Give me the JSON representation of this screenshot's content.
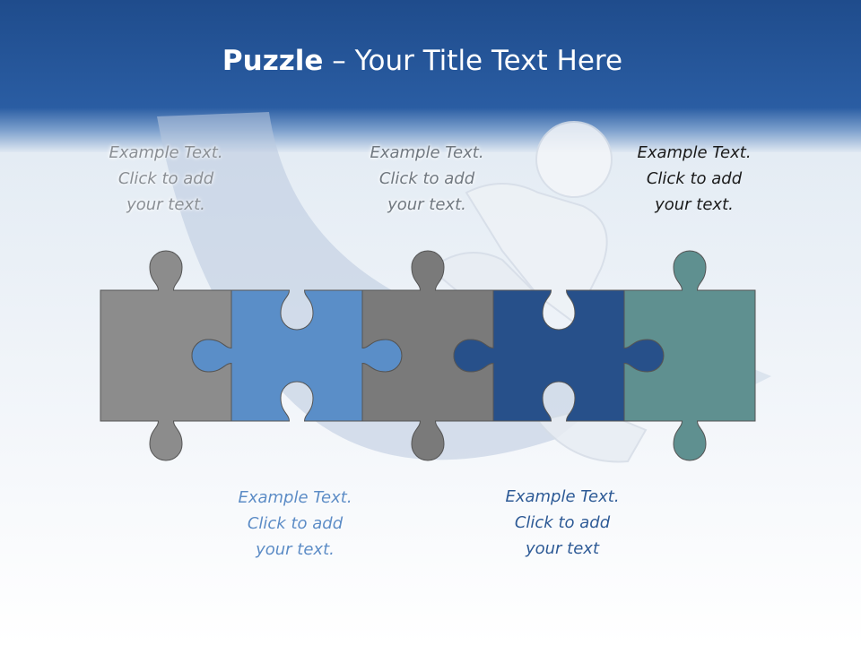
{
  "title": {
    "bold": "Puzzle",
    "rest": " – Your Title Text Here"
  },
  "captions": [
    {
      "line1": "Example Text.",
      "line2": "Click  to add",
      "line3": "your text."
    },
    {
      "line1": "Example Text.",
      "line2": "Click  to add",
      "line3": "your text."
    },
    {
      "line1": "Example Text.",
      "line2": "Click  to add",
      "line3": "your text."
    },
    {
      "line1": "Example Text.",
      "line2": "Click  to add",
      "line3": "your text."
    },
    {
      "line1": "Example Text.",
      "line2": "Click  to add",
      "line3": "your text"
    }
  ],
  "pieces": [
    {
      "name": "gray",
      "color": "#8c8c8c"
    },
    {
      "name": "light-blue",
      "color": "#5a8ec8"
    },
    {
      "name": "dark-gray",
      "color": "#7a7a7a"
    },
    {
      "name": "navy",
      "color": "#27508a"
    },
    {
      "name": "teal",
      "color": "#5f9090"
    }
  ],
  "colors": {
    "header": "#2a5da3",
    "background": "#eef3f8"
  }
}
